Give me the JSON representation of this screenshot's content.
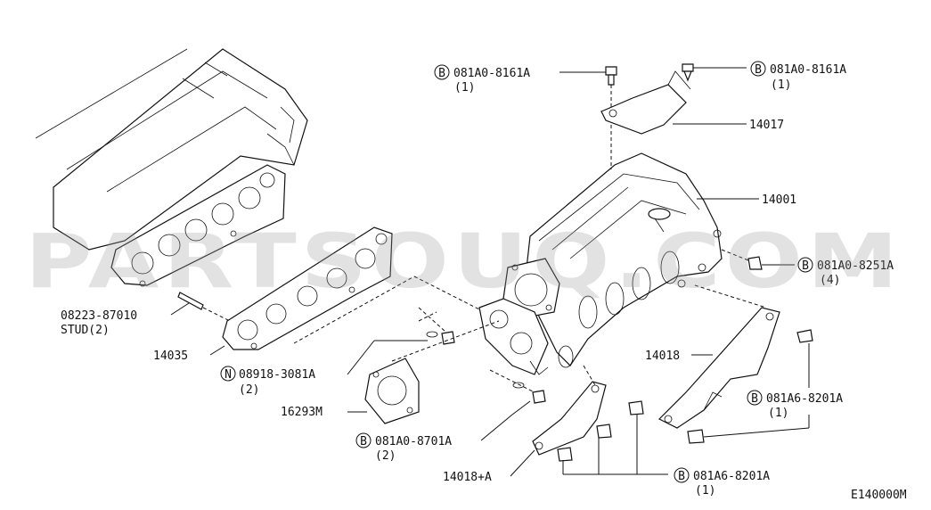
{
  "watermark": "PARTSOUQ.COM",
  "diagram_code": "E140000M",
  "labels": {
    "top_left_bolt_code": "081A0-8161A",
    "top_left_bolt_qty": "(1)",
    "top_right_bolt_code": "081A0-8161A",
    "top_right_bolt_qty": "(1)",
    "bracket_top": "14017",
    "manifold": "14001",
    "right_bolt_code": "081A0-8251A",
    "right_bolt_qty": "(4)",
    "stud_code": "08223-87010",
    "stud_desc": "STUD(2)",
    "gasket": "14035",
    "nut_code": "08918-3081A",
    "nut_qty": "(2)",
    "throttle_gasket": "16293M",
    "lower_bolt_code": "081A0-8701A",
    "lower_bolt_qty": "(2)",
    "bracket_right": "14018",
    "right_lower_bolt_code": "081A6-8201A",
    "right_lower_bolt_qty": "(1)",
    "bracket_left": "14018+A",
    "bottom_bolt_code": "081A6-8201A",
    "bottom_bolt_qty": "(1)"
  },
  "markers": {
    "bolt": "B",
    "nut": "N"
  }
}
